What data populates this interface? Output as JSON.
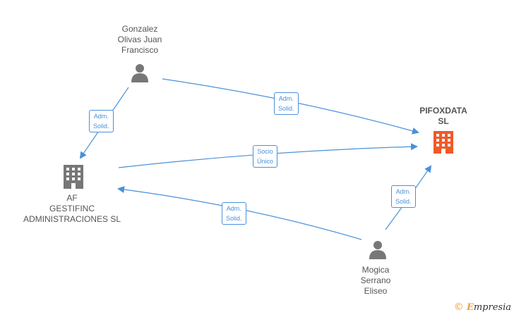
{
  "nodes": {
    "gonzalez": {
      "label": "Gonzalez\nOlivas Juan\nFrancisco",
      "type": "person"
    },
    "pifoxdata": {
      "label": "PIFOXDATA\nSL",
      "type": "company-main"
    },
    "af": {
      "label": "AF\nGESTIFINC\nADMINISTRACIONES SL",
      "type": "company"
    },
    "mogica": {
      "label": "Mogica\nSerrano\nEliseo",
      "type": "person"
    }
  },
  "edges": [
    {
      "label": "Adm.\nSolid.",
      "from": "gonzalez",
      "to": "pifoxdata"
    },
    {
      "label": "Adm.\nSolid.",
      "from": "gonzalez",
      "to": "af"
    },
    {
      "label": "Socio\nÚnico",
      "from": "af",
      "to": "pifoxdata"
    },
    {
      "label": "Adm.\nSolid.",
      "from": "mogica",
      "to": "pifoxdata"
    },
    {
      "label": "Adm.\nSolid.",
      "from": "mogica",
      "to": "af"
    }
  ],
  "brand": {
    "copyright": "©",
    "initial": "E",
    "rest": "mpresia"
  },
  "colors": {
    "edge": "#4a90d9",
    "node": "#777777",
    "main": "#f05a28"
  }
}
